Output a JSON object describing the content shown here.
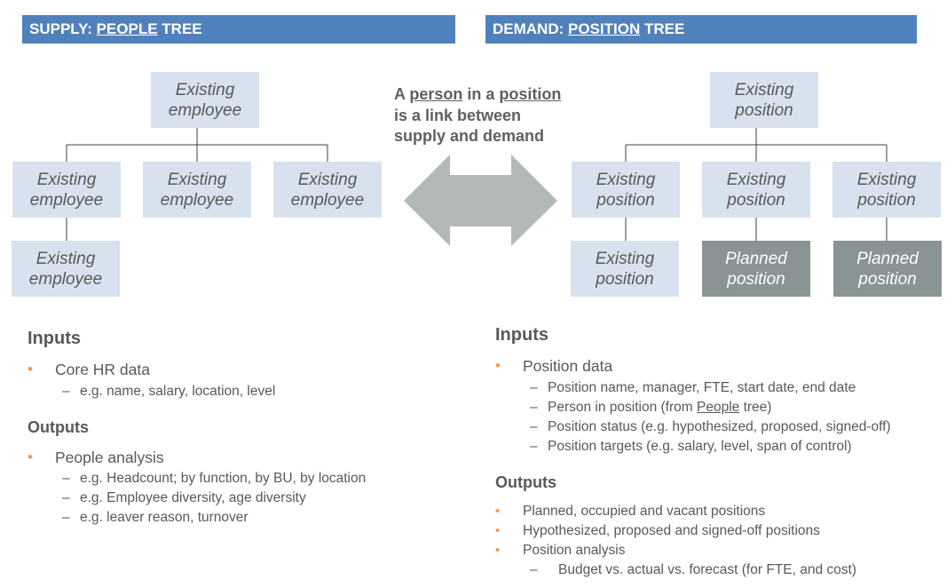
{
  "supply": {
    "banner_prefix": "SUPPLY: ",
    "banner_underlined": "PEOPLE",
    "banner_suffix": " TREE",
    "nodes": [
      "Existing employee",
      "Existing employee",
      "Existing employee",
      "Existing employee",
      "Existing employee"
    ],
    "inputs_title": "Inputs",
    "inputs_bullet": "Core HR data",
    "inputs_subs": [
      "e.g. name, salary, location, level"
    ],
    "outputs_title": "Outputs",
    "outputs_bullet": "People analysis",
    "outputs_subs": [
      "e.g. Headcount; by function, by BU, by location",
      "e.g. Employee diversity, age diversity",
      "e.g. leaver reason, turnover"
    ]
  },
  "demand": {
    "banner_prefix": "DEMAND: ",
    "banner_underlined": "POSITION",
    "banner_suffix": " TREE",
    "nodes": [
      "Existing position",
      "Existing position",
      "Existing position",
      "Existing position",
      "Existing position",
      "Planned position",
      "Planned position"
    ],
    "inputs_title": "Inputs",
    "inputs_bullet": "Position data",
    "inputs_subs": [
      "Position name, manager, FTE, start date, end date",
      "Position status (e.g. hypothesized, proposed, signed-off)",
      "Position targets (e.g. salary, level, span of control)"
    ],
    "person_sub_prefix": "Person in position (from ",
    "person_sub_link": "People",
    "person_sub_suffix": " tree)",
    "outputs_title": "Outputs",
    "outputs": [
      "Planned, occupied and vacant positions",
      "Hypothesized, proposed and signed-off positions",
      "Position analysis"
    ],
    "outputs_sub": "Budget vs. actual vs. forecast (for FTE, and cost)"
  },
  "center": {
    "line1_a": "A ",
    "line1_person": "person",
    "line1_b": " in a ",
    "line1_position": "position",
    "line2": "is a link between",
    "line3": "supply and demand"
  },
  "colors": {
    "banner": "#4f81bd",
    "node_light": "#d7e2ee",
    "node_dark": "#8a9494",
    "arrow": "#b3b9b9",
    "bullet": "#f79646",
    "text": "#595959"
  },
  "icons": {
    "bullet": "•",
    "dash": "–",
    "arrow": "double-arrow"
  }
}
